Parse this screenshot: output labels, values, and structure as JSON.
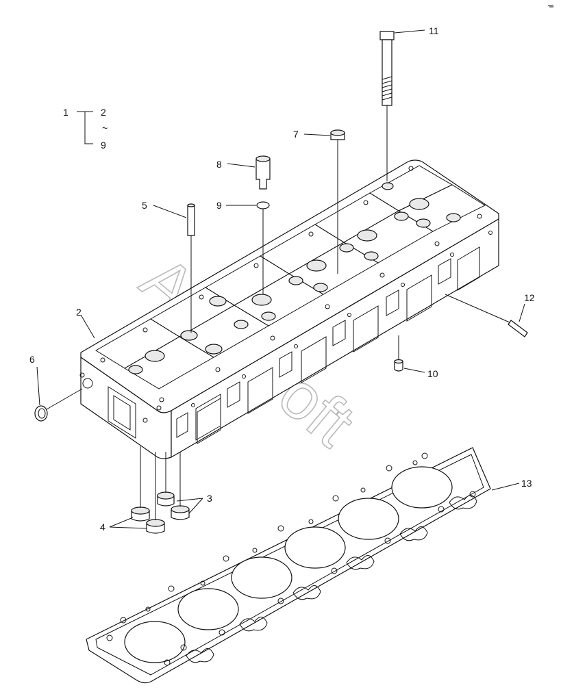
{
  "watermark": "AutoSoft",
  "callouts": {
    "c1": "1",
    "c2a": "2",
    "tilde": "~",
    "c9a": "9",
    "c11": "11",
    "c7": "7",
    "c8": "8",
    "c9": "9",
    "c5": "5",
    "c2": "2",
    "c6": "6",
    "c12": "12",
    "c10": "10",
    "c13": "13",
    "c3": "3",
    "c4": "4"
  }
}
